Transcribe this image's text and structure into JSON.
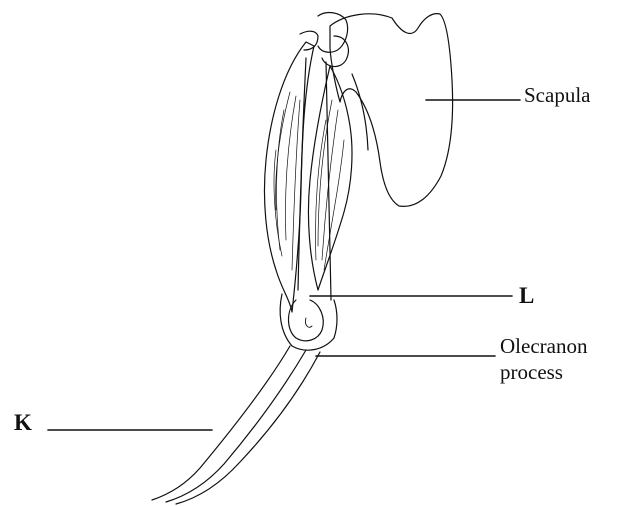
{
  "labels": {
    "scapula": "Scapula",
    "l": "L",
    "olecranon_line1": "Olecranon",
    "olecranon_line2": "process",
    "k": "K"
  },
  "colors": {
    "ink": "#111111",
    "background": "#ffffff"
  }
}
